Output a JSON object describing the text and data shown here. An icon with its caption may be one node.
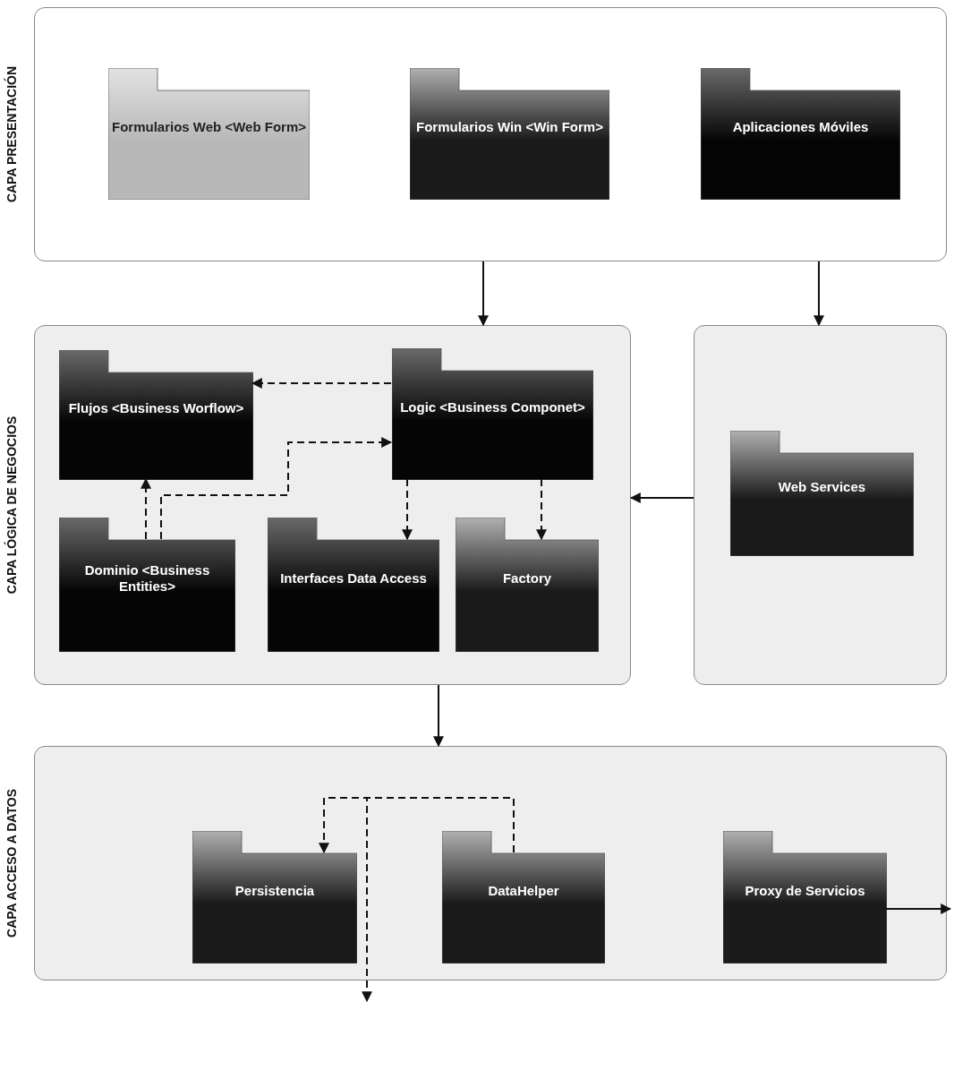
{
  "diagram": {
    "nodes": [
      {
        "text": [
          "CAPA PRESENTACIÓN"
        ]
      },
      {
        "text": [
          "Formularios Web <Web Form>"
        ],
        "in": 0
      },
      {
        "text": [
          "Formularios Win <Win Form>"
        ],
        "in": 0
      },
      {
        "text": [
          "Aplicaciones Móviles"
        ],
        "in": 0
      },
      {
        "text": [
          "CAPA LÓGICA DE NEGOCIOS"
        ]
      },
      {
        "text": [
          "Flujos <Business Worflow>"
        ],
        "in": 4
      },
      {
        "text": [
          "Logic <Business Componet>"
        ],
        "in": 4
      },
      {
        "text": [
          "Dominio <Business Entities>"
        ],
        "in": 4
      },
      {
        "text": [
          "Interfaces Data Access"
        ],
        "in": 4
      },
      {
        "text": [
          "Factory"
        ],
        "in": 4
      },
      {
        "text": [],
        "shape": "box"
      },
      {
        "text": [
          "Web Services"
        ],
        "in": 10
      },
      {
        "text": [
          "CAPA ACCESO A DATOS"
        ]
      },
      {
        "text": [
          "Persistencia"
        ],
        "in": 12
      },
      {
        "text": [
          "DataHelper"
        ],
        "in": 12
      },
      {
        "text": [
          "Proxy de Servicios"
        ],
        "in": 12
      }
    ],
    "edges": [
      {
        "from": 0,
        "to": 4,
        "arrow": "to"
      },
      {
        "from": 0,
        "to": 10,
        "arrow": "to"
      },
      {
        "from": 10,
        "to": 4,
        "arrow": "to"
      },
      {
        "from": 4,
        "to": 12,
        "arrow": "to"
      },
      {
        "from": 6,
        "to": 5,
        "arrow": "to",
        "style": "dashed"
      },
      {
        "from": 7,
        "to": 5,
        "arrow": "to",
        "style": "dashed"
      },
      {
        "from": 7,
        "to": 6,
        "arrow": "to",
        "style": "dashed"
      },
      {
        "from": 6,
        "to": 8,
        "arrow": "to",
        "style": "dashed"
      },
      {
        "from": 6,
        "to": 9,
        "arrow": "to",
        "style": "dashed"
      },
      {
        "from": 14,
        "to": 13,
        "arrow": "to",
        "style": "dashed"
      },
      {
        "from": 14,
        "to": null,
        "arrow": "to",
        "style": "dashed"
      },
      {
        "from": 15,
        "to": null,
        "arrow": "to"
      }
    ]
  }
}
